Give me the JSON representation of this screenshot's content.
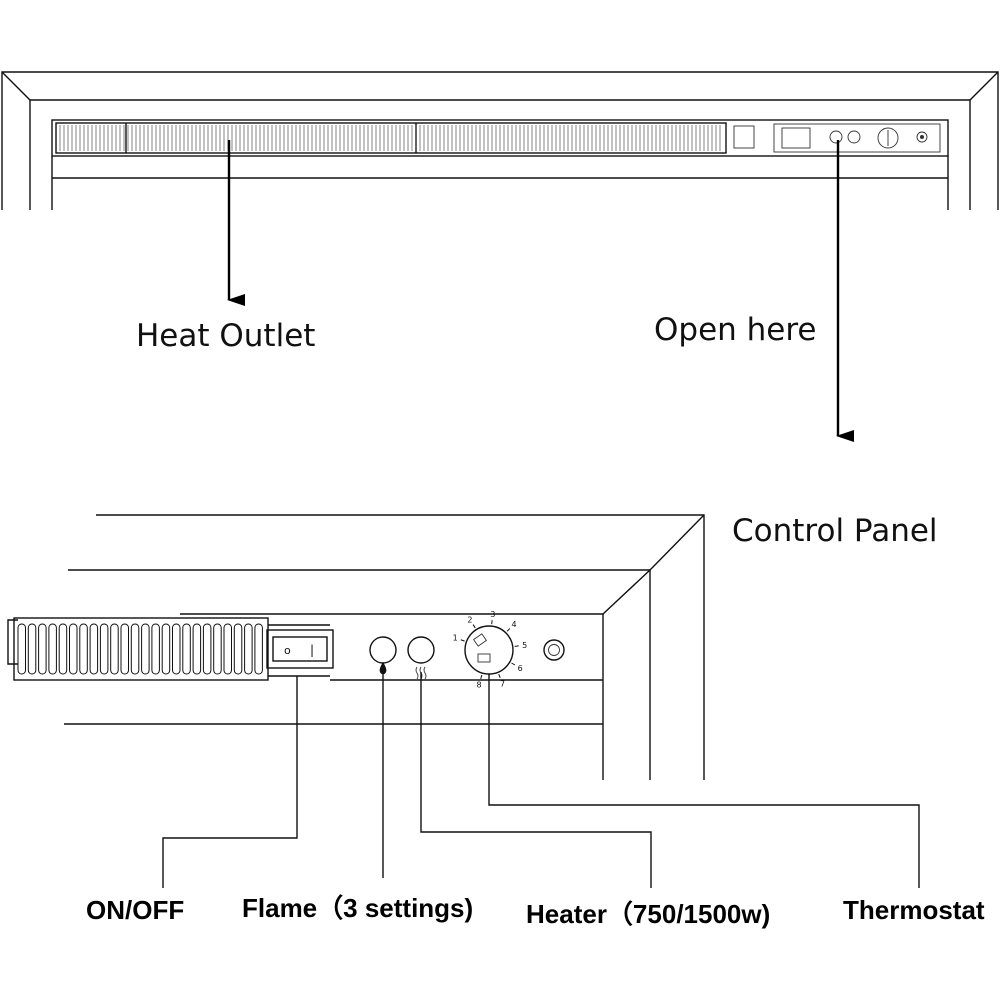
{
  "top_view": {
    "heat_outlet_label": "Heat Outlet",
    "open_here_label": "Open here"
  },
  "control_panel": {
    "title": "Control Panel",
    "switch_off_glyph": "o",
    "switch_on_glyph": "|",
    "dial_numbers": [
      "1",
      "2",
      "3",
      "4",
      "5",
      "6",
      "7",
      "8"
    ],
    "callouts": {
      "on_off": "ON/OFF",
      "flame": "Flame（3 settings)",
      "heater": "Heater（750/1500w)",
      "thermostat": "Thermostat"
    }
  }
}
